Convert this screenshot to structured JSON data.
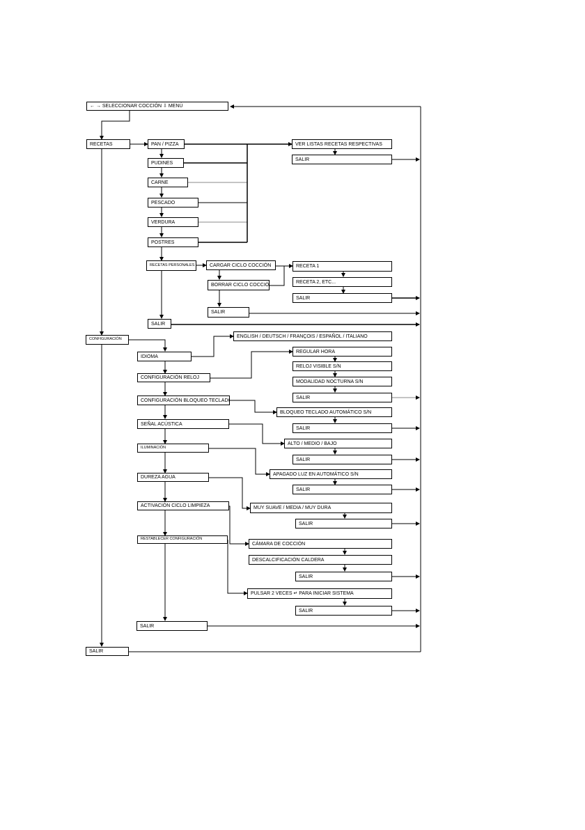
{
  "nodes": {
    "main": "← → SELECCIONAR COCCIÓN    ⇩ MENÚ",
    "recetas": "RECETAS",
    "pan_pizza": "PAN / PIZZA",
    "pudines": "PUDINES",
    "carne": "CARNE",
    "pescado": "PESCADO",
    "verdura": "VERDURA",
    "postres": "POSTRES",
    "ver_listas": "VER LISTAS RECETAS RESPECTIVAS",
    "salir_listas": "SALIR",
    "recetas_personales": "RECETAS PERSONALES",
    "cargar_ciclo": "CARGAR CICLO COCCIÓN",
    "borrar_ciclo": "BORRAR CICLO COCCIÓN",
    "salir_personales": "SALIR",
    "receta_1": "RECETA 1",
    "receta_2": "RECETA 2, ETC...",
    "salir_recetas_list": "SALIR",
    "salir_recetas": "SALIR",
    "configuracion": "CONFIGURACIÓN",
    "idioma": "IDIOMA",
    "idiomas_list": "ENGLISH / DEUTSCH / FRANÇOIS / ESPAÑOL / ITALIANO",
    "config_reloj": "CONFIGURACIÓN RELOJ",
    "regular_hora": "REGULAR HORA",
    "reloj_visible": "RELOJ VISIBLE S/N",
    "modalidad_nocturna": "MODALIDAD NOCTURNA S/N",
    "salir_reloj": "SALIR",
    "config_bloqueo": "CONFIGURACIÓN BLOQUEO TECLADO",
    "bloqueo_auto": "BLOQUEO TECLADO AUTOMÁTICO   S/N",
    "salir_bloqueo": "SALIR",
    "senal_acustica": "SEÑAL ACÚSTICA",
    "alto_medio_bajo": "ALTO / MEDIO / BAJO",
    "salir_senal": "SALIR",
    "iluminacion": "ILUMINACIÓN",
    "apagado_luz": "APAGADO LUZ EN AUTOMÁTICO S/N",
    "salir_iluminacion": "SALIR",
    "dureza_agua": "DUREZA AGUA",
    "muy_suave": "MUY SUAVE / MEDIA / MUY DURA",
    "salir_dureza": "SALIR",
    "activacion_limpieza": "ACTIVACIÓN CICLO LIMPIEZA",
    "camara_coccion": "CÁMARA DE COCCIÓN",
    "descalcificacion": "DESCALCIFICACIÓN CALDERA",
    "salir_limpieza": "SALIR",
    "restablecer": "RESTABLECER CONFIGURACIÓN",
    "pulsar_2_veces": "PULSAR 2 VECES ↵ PARA INICIAR SISTEMA",
    "salir_restablecer": "SALIR",
    "salir_config": "SALIR",
    "salir_main": "SALIR"
  }
}
